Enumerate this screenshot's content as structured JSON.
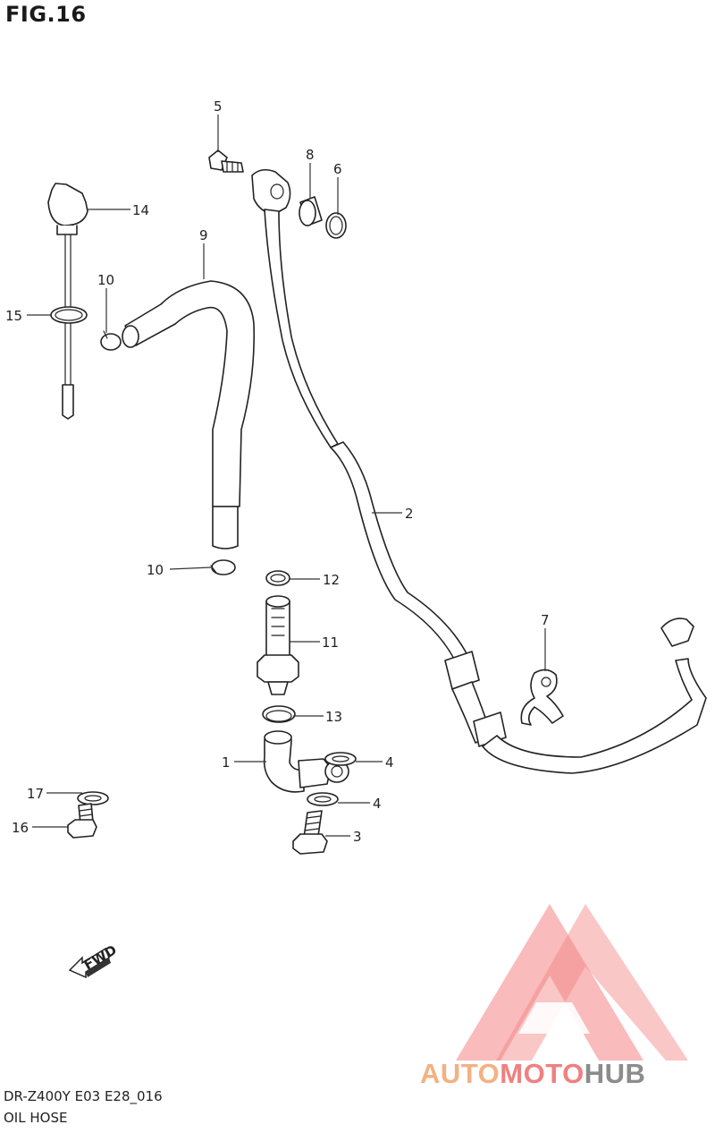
{
  "figure": {
    "title": "FIG.16"
  },
  "parts": [
    {
      "ref": "1"
    },
    {
      "ref": "2"
    },
    {
      "ref": "3"
    },
    {
      "ref": "4"
    },
    {
      "ref": "4"
    },
    {
      "ref": "5"
    },
    {
      "ref": "6"
    },
    {
      "ref": "7"
    },
    {
      "ref": "8"
    },
    {
      "ref": "9"
    },
    {
      "ref": "10"
    },
    {
      "ref": "10"
    },
    {
      "ref": "11"
    },
    {
      "ref": "12"
    },
    {
      "ref": "13"
    },
    {
      "ref": "14"
    },
    {
      "ref": "15"
    },
    {
      "ref": "16"
    },
    {
      "ref": "17"
    }
  ],
  "fwd_arrow": {
    "text": "FWD"
  },
  "footer": {
    "model_code": "DR-Z400Y E03 E28_016",
    "section_name": "OIL HOSE"
  },
  "watermark": {
    "part1": "AUTO",
    "part2": "MOTO",
    "part3": "HUB",
    "colors": {
      "auto": "#f4b183",
      "moto": "#f08080",
      "hub": "#8c8c8c",
      "logo": "#f26d6d"
    }
  }
}
